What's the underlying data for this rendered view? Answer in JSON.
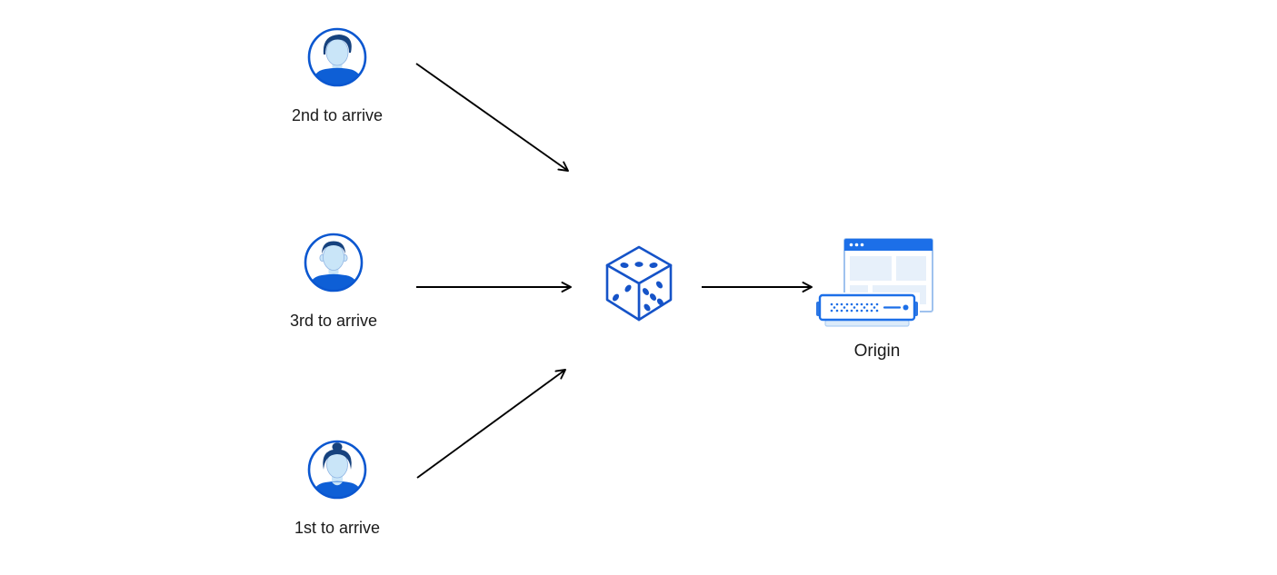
{
  "diagram": {
    "type": "flow-diagram",
    "nodes": {
      "user_second": {
        "label": "2nd to arrive",
        "icon": "user-avatar-male-icon"
      },
      "user_third": {
        "label": "3rd to arrive",
        "icon": "user-avatar-male-short-hair-icon"
      },
      "user_first": {
        "label": "1st to arrive",
        "icon": "user-avatar-female-icon"
      },
      "dice": {
        "label": "",
        "icon": "dice-icon"
      },
      "origin": {
        "label": "Origin",
        "icon": "origin-server-browser-icon"
      }
    },
    "edges": [
      {
        "from": "user_second",
        "to": "dice"
      },
      {
        "from": "user_third",
        "to": "dice"
      },
      {
        "from": "user_first",
        "to": "dice"
      },
      {
        "from": "dice",
        "to": "origin"
      }
    ],
    "colors": {
      "background": "#FFFFFF",
      "avatar_ring": "#0B57D0",
      "avatar_hair": "#16427E",
      "avatar_skin": "#C9E5F8",
      "avatar_shirt": "#0E5FD6",
      "dice_blue": "#1553C8",
      "window_bar_blue": "#1C6FE8",
      "window_border": "#9FC2EE",
      "panel_fill": "#E7F0FA",
      "server_border": "#1C6FE8",
      "server_tab_blue": "#2E77E3",
      "server_base_fill": "#DCEBFA",
      "arrow": "#000000",
      "text": "#1A1A1A"
    }
  }
}
